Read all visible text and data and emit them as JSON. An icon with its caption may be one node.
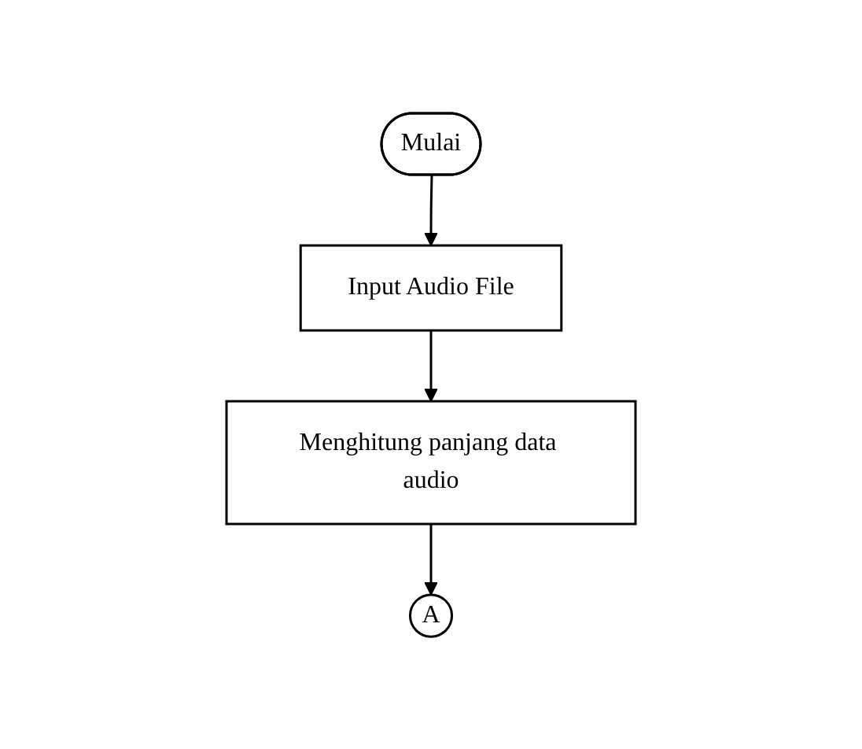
{
  "diagram": {
    "nodes": [
      {
        "text": [
          "Mulai"
        ]
      },
      {
        "text": [
          "Input Audio File"
        ]
      },
      {
        "text": [
          "Menghitung panjang data audio"
        ]
      },
      {
        "text": [
          "A"
        ]
      }
    ],
    "edges": [
      {
        "from": 0,
        "to": 1,
        "arrow": "to"
      },
      {
        "from": 1,
        "to": 2,
        "arrow": "to"
      },
      {
        "from": 2,
        "to": 3,
        "arrow": "to"
      }
    ]
  }
}
